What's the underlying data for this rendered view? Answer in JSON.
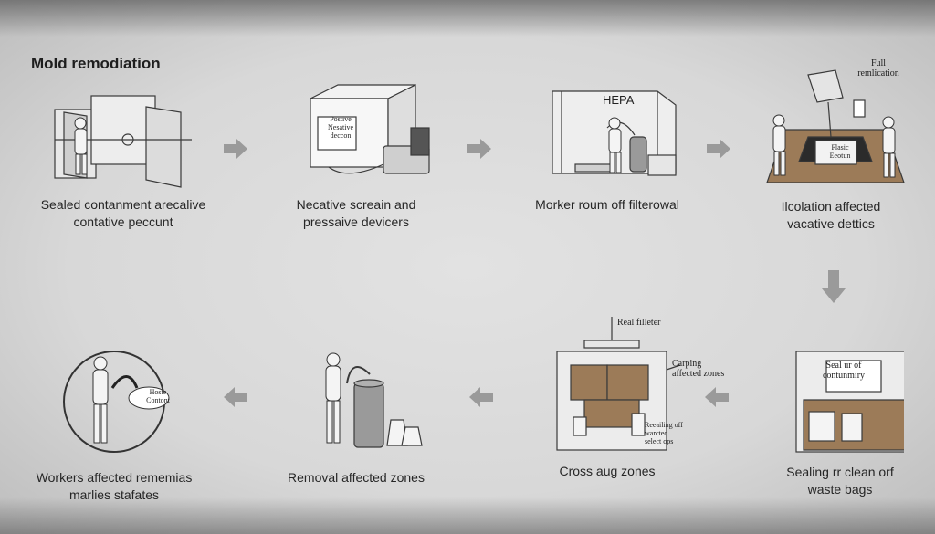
{
  "title": "Mold remodiation",
  "steps": [
    {
      "caption": "Sealed contanment arecalive\ncontative peccunt",
      "label": ""
    },
    {
      "caption": "Necative screain and\npressaive devicers",
      "label": "Postive\nNesative\ndeccon"
    },
    {
      "caption": "Morker roum off filterowal",
      "label": "HEPA"
    },
    {
      "caption": "Ilcolation affected\nvacative dettics",
      "label": "Flasic\nEeotun",
      "label2": "Full\nremlication"
    },
    {
      "caption": "Sealing rr clean orf\nwaste bags",
      "label": "Seal ur of\ncontunmiry"
    },
    {
      "caption": "Cross aug zones",
      "label": "Real filleter",
      "label2": "Carping\naffected zones",
      "label3": "Reeailing off\nwarcted\nselect ops"
    },
    {
      "caption": "Removal affected zones",
      "label": ""
    },
    {
      "caption": "Workers affected rememias\nmarlies stafates",
      "label": "Hoste\nContont"
    }
  ],
  "colors": {
    "arrow": "#9a9a9a",
    "wood": "#9c7b58",
    "line": "#3a3a3a"
  }
}
